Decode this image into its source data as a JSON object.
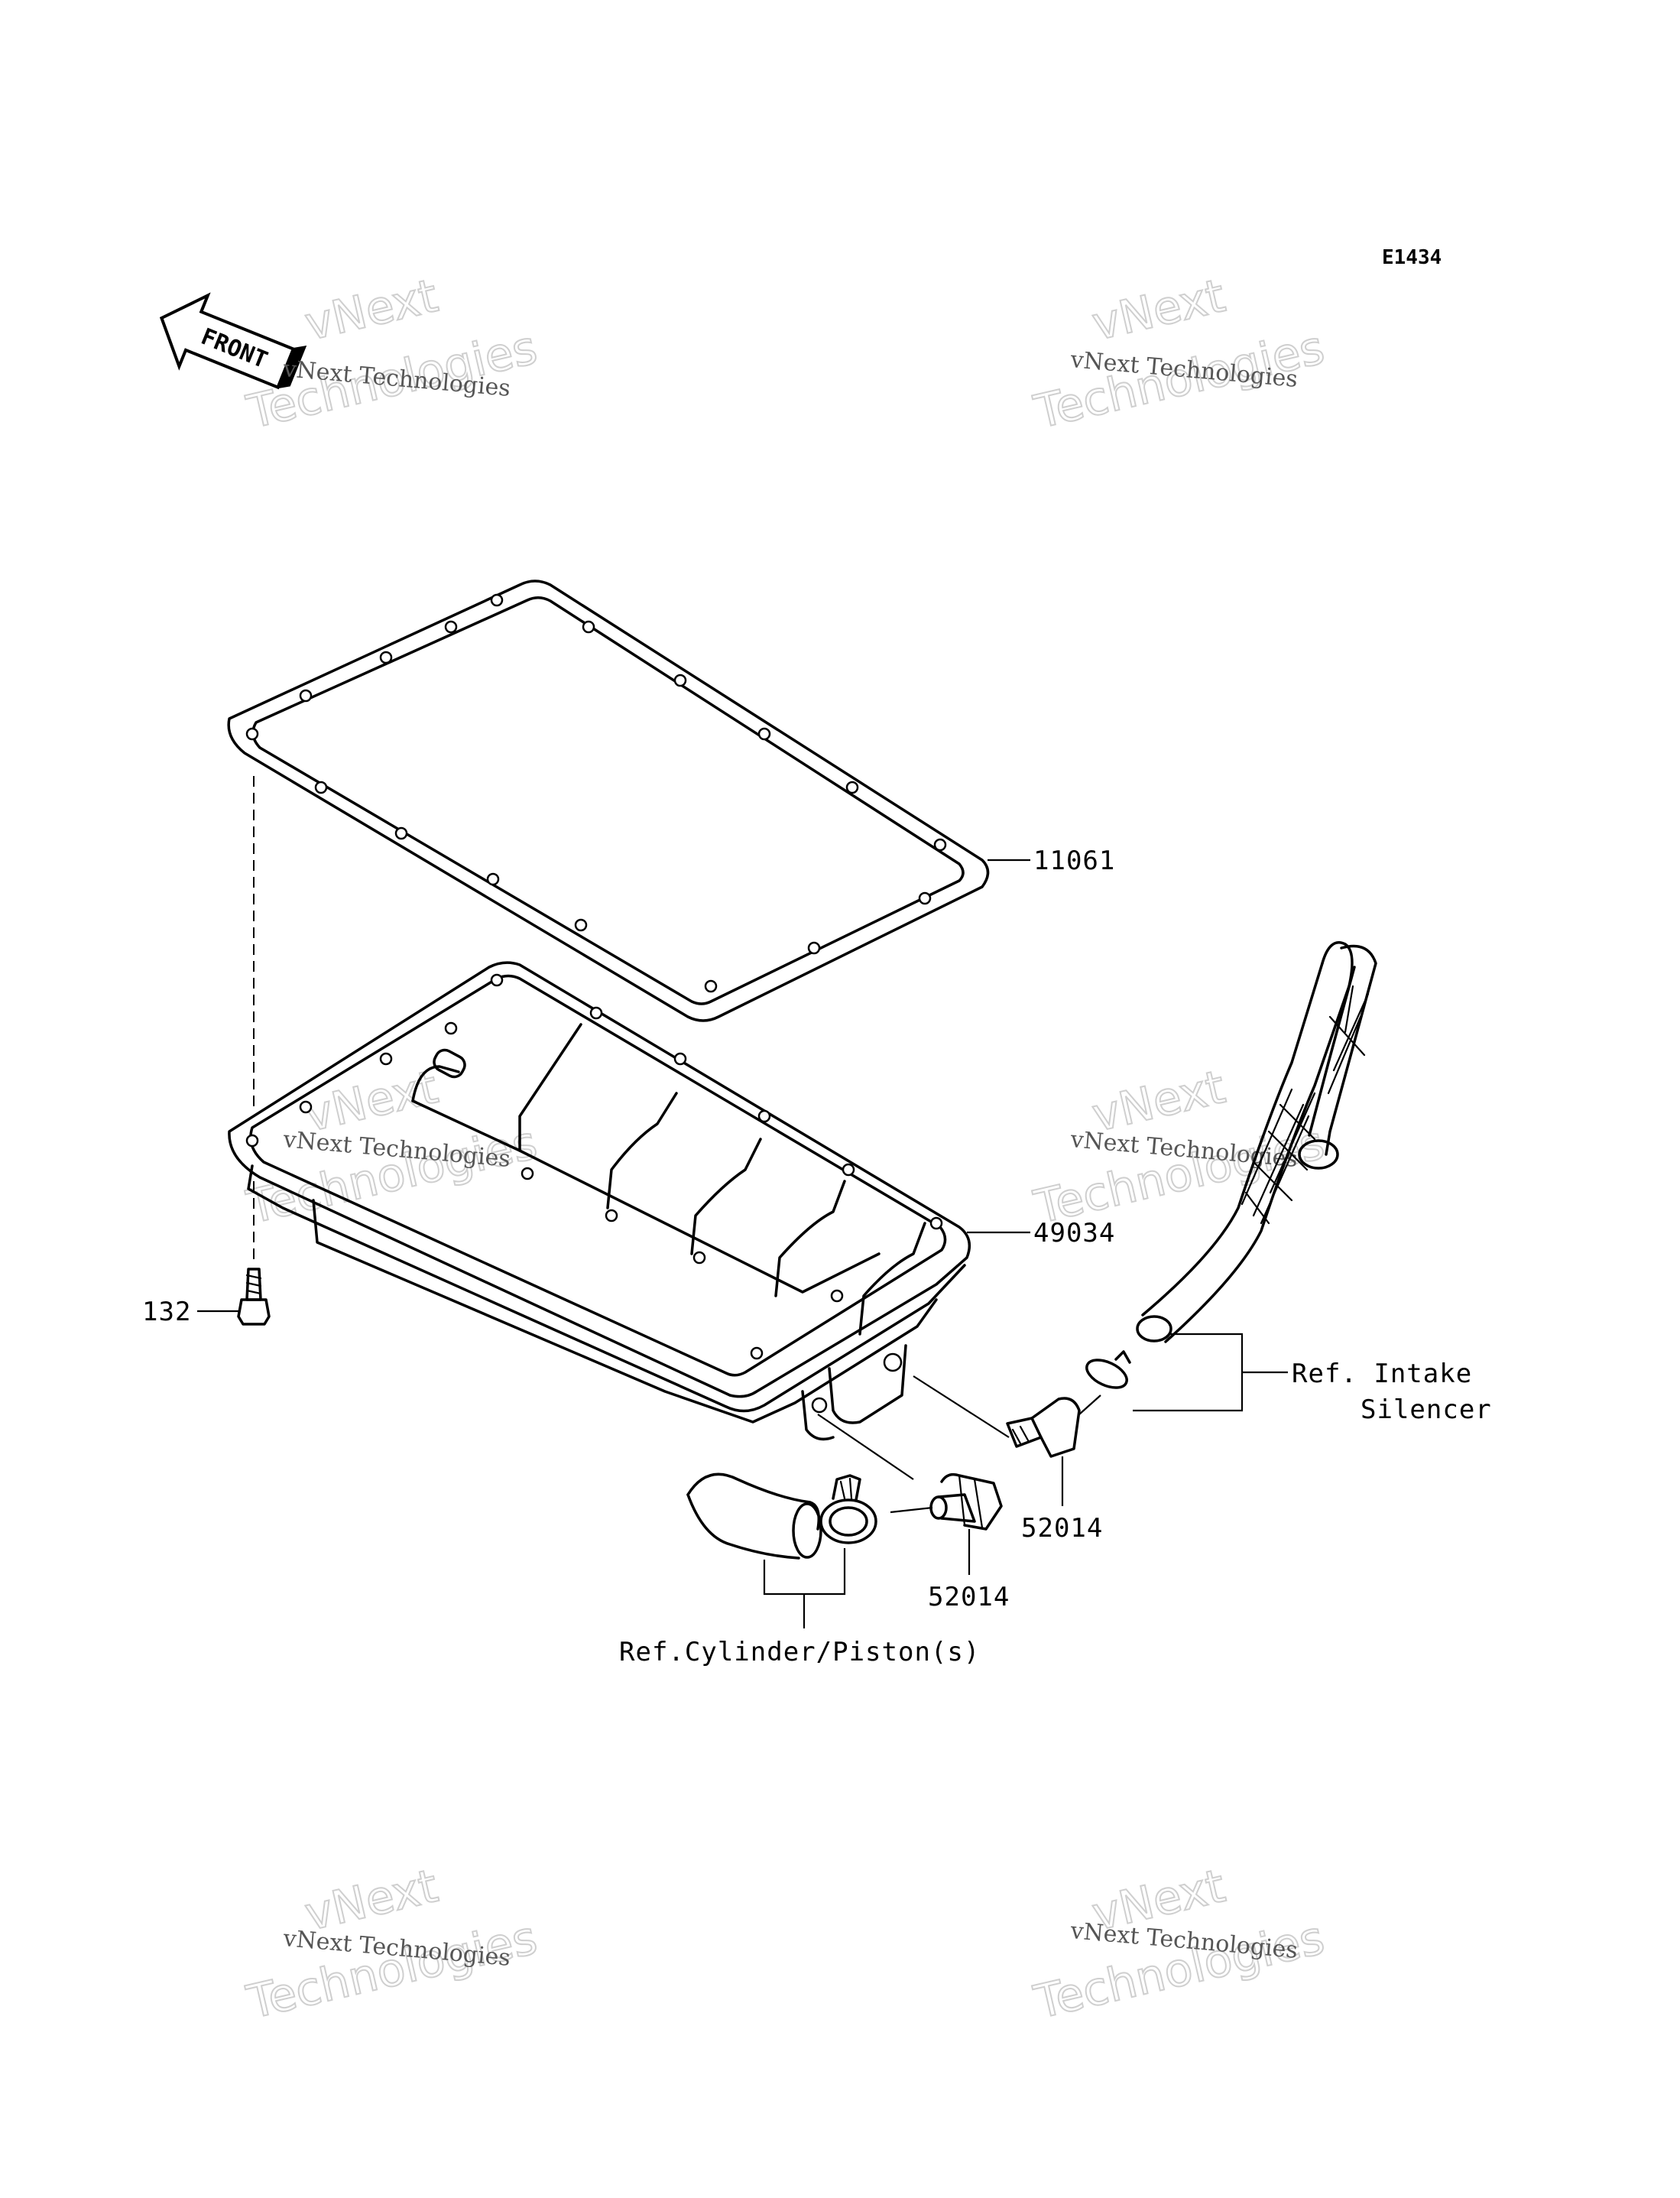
{
  "diagram": {
    "code": "E1434",
    "front_label": "FRONT",
    "callouts": {
      "gasket": "11061",
      "oil_pan": "49034",
      "bolt": "132",
      "fitting_right": "52014",
      "fitting_left": "52014",
      "ref_intake_line1": "Ref. Intake",
      "ref_intake_line2": "Silencer",
      "ref_cylinder": "Ref.Cylinder/Piston(s)"
    },
    "watermark": {
      "small": "vNext Technologies",
      "big_line1": "vNext",
      "big_line2": "Technologies"
    }
  }
}
